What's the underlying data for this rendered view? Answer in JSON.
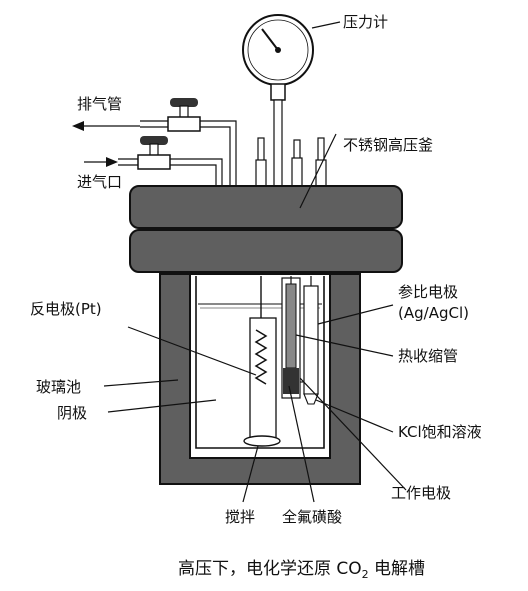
{
  "labels": {
    "pressure_gauge": "压力计",
    "exhaust_pipe": "排气管",
    "gas_inlet": "进气口",
    "autoclave": "不锈钢高压釜",
    "reference_electrode": "参比电极",
    "reference_electrode_detail": "(Ag/AgCl)",
    "counter_electrode": "反电极(Pt)",
    "heat_shrink_tube": "热收缩管",
    "glass_cell": "玻璃池",
    "cathode": "阴极",
    "kcl_solution": "KCl饱和溶液",
    "working_electrode": "工作电极",
    "stirring": "搅拌",
    "nafion": "全氟磺酸"
  },
  "caption": {
    "prefix": "高压下，电化学还原 CO",
    "subscript": "2",
    "suffix": " 电解槽"
  },
  "colors": {
    "vessel": "#5f5f5f",
    "outline": "#111111",
    "background": "#ffffff"
  }
}
